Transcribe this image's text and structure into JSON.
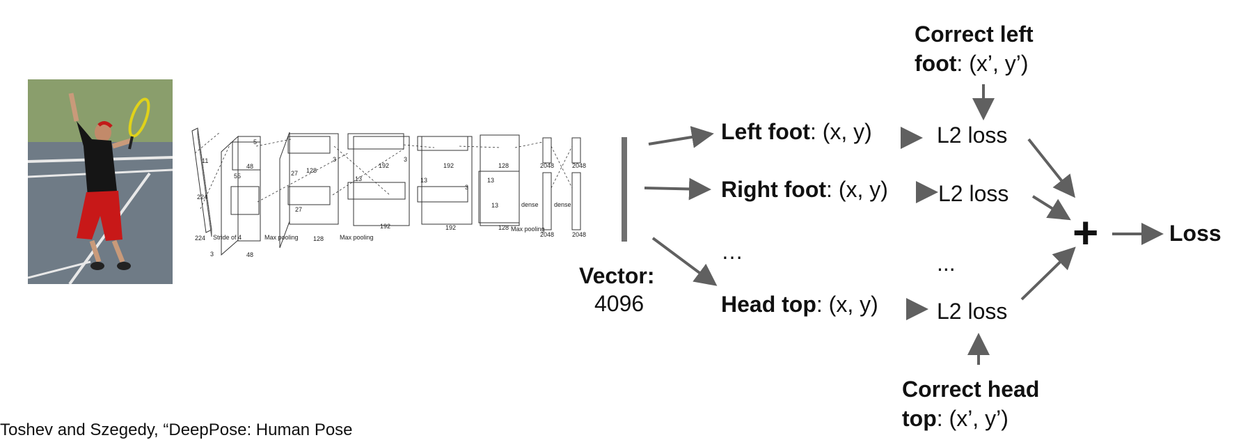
{
  "photo": {
    "icon": "tennis-player-photo"
  },
  "network": {
    "icon": "alexnet-architecture-diagram",
    "labels": {
      "input_size": "224",
      "input_size_b": "224",
      "kernel": "11",
      "stride": "Stride of 4",
      "channels_in": "3",
      "conv1_size": "55",
      "conv1_depth": "48",
      "conv2_depth": "128",
      "conv2_k": "5",
      "conv3_depth": "192",
      "conv4_depth": "192",
      "conv5_depth": "128",
      "map13": "13",
      "map27": "27",
      "k3": "3",
      "max_pooling": "Max pooling",
      "dense": "dense",
      "fc": "2048"
    }
  },
  "vector": {
    "label": "Vector:",
    "size": "4096"
  },
  "outputs": [
    {
      "name": "Left foot",
      "coords": ": (x, y)",
      "loss": "L2 loss"
    },
    {
      "name": "Right foot",
      "coords": ": (x, y)",
      "loss": "L2 loss"
    },
    {
      "name": "",
      "coords": "…",
      "loss": "..."
    },
    {
      "name": "Head top",
      "coords": ": (x, y)",
      "loss": "L2 loss"
    }
  ],
  "targets": {
    "top": {
      "name": "Correct left foot",
      "coords": ": (x’, y’)"
    },
    "bottom": {
      "name": "Correct head top",
      "coords": ": (x’, y’)"
    }
  },
  "sum": {
    "symbol": "+"
  },
  "result": {
    "label": "Loss"
  },
  "citation": "Toshev and Szegedy, “DeepPose: Human Pose",
  "colors": {
    "arrow": "#606060",
    "vector_bar": "#707070"
  }
}
